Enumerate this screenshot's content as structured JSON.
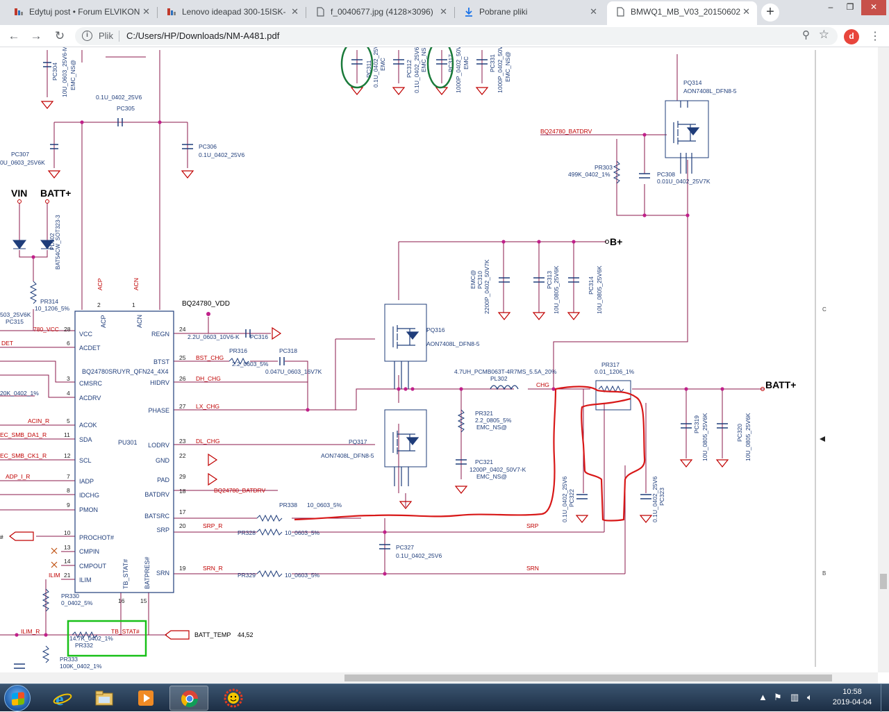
{
  "tabs": [
    {
      "label": "Edytuj post • Forum ELVIKON",
      "icon": "forum-icon"
    },
    {
      "label": "Lenovo ideapad 300-15ISK-",
      "icon": "forum-icon"
    },
    {
      "label": "f_0040677.jpg (4128×3096)",
      "icon": "image-file-icon"
    },
    {
      "label": "Pobrane pliki",
      "icon": "download-icon"
    },
    {
      "label": "BMWQ1_MB_V03_20150602",
      "icon": "document-icon"
    }
  ],
  "window_controls": {
    "minimize": "–",
    "restore": "❐",
    "close": "✕"
  },
  "toolbar": {
    "scheme": "Plik",
    "url": "C:/Users/HP/Downloads/NM-A481.pdf",
    "avatar_letter": "d"
  },
  "schematic": {
    "rails": {
      "vin": "VIN",
      "battp_top": "BATT+",
      "bplus": "B+",
      "battp_right": "BATT+",
      "ref_vdd": "BQ24780_VDD"
    },
    "ic": {
      "ref": "PU301",
      "part": "BQ24780SRUYR_QFN24_4X4",
      "left_pins": [
        {
          "num": "28",
          "name": "VCC"
        },
        {
          "num": "6",
          "name": "ACDET"
        },
        {
          "num": "3",
          "name": "CMSRC"
        },
        {
          "num": "4",
          "name": "ACDRV"
        },
        {
          "num": "5",
          "name": "ACOK"
        },
        {
          "num": "11",
          "name": "SDA"
        },
        {
          "num": "12",
          "name": "SCL"
        },
        {
          "num": "7",
          "name": "IADP"
        },
        {
          "num": "8",
          "name": "IDCHG"
        },
        {
          "num": "9",
          "name": "PMON"
        },
        {
          "num": "10",
          "name": "PROCHOT#"
        },
        {
          "num": "13",
          "name": "CMPIN"
        },
        {
          "num": "14",
          "name": "CMPOUT"
        },
        {
          "num": "21",
          "name": "ILIM"
        }
      ],
      "right_pins": [
        {
          "num": "24",
          "name": "REGN"
        },
        {
          "num": "25",
          "name": "BTST"
        },
        {
          "num": "26",
          "name": "HIDRV"
        },
        {
          "num": "27",
          "name": "PHASE"
        },
        {
          "num": "23",
          "name": "LODRV"
        },
        {
          "num": "22",
          "name": "GND"
        },
        {
          "num": "29",
          "name": "PAD"
        },
        {
          "num": "18",
          "name": "BATDRV"
        },
        {
          "num": "17",
          "name": "BATSRC"
        },
        {
          "num": "20",
          "name": "SRP"
        },
        {
          "num": "19",
          "name": "SRN"
        }
      ],
      "top_pins": [
        {
          "num": "2",
          "name": "ACP"
        },
        {
          "num": "1",
          "name": "ACN"
        }
      ],
      "bottom_pins": [
        {
          "num": "16",
          "name": "TB_STAT#"
        },
        {
          "num": "15",
          "name": "BATPRES#"
        }
      ]
    },
    "nets": {
      "acp": "ACP",
      "acn": "ACN",
      "vcc": "780_VCC",
      "acdet": "DET",
      "acin_r": "ACIN_R",
      "smb_da": "EC_SMB_DA1_R",
      "smb_ck": "EC_SMB_CK1_R",
      "adp_i": "ADP_I_R",
      "bst": "BST_CHG",
      "dh": "DH_CHG",
      "lx": "LX_CHG",
      "dl": "DL_CHG",
      "batdrv": "BQ24780_BATDRV",
      "batdrv_top": "BQ24780_BATDRV",
      "srp_r": "SRP_R",
      "srn_r": "SRN_R",
      "srp": "SRP",
      "srn": "SRN",
      "chg": "CHG",
      "ilim_r": "ILIM_R",
      "ilim": "ILIM",
      "tb_stat": "TB_STAT#",
      "batt_temp": "BATT_TEMP",
      "batt_temp_ref": "44,52",
      "r20k": "20K_0402_1%",
      "hash": "#"
    },
    "parts": {
      "pc304_ref": "PC304",
      "pc304_val": "10U_0603_25V6-M",
      "pc304_note": "EMC_NS@",
      "pc305_ref": "PC305",
      "pc305_val": "0.1U_0402_25V6",
      "pc306_ref": "PC306",
      "pc306_val": "0.1U_0402_25V6",
      "pc307_ref": "PC307",
      "pc307_val": "0U_0603_25V6K",
      "pd302_ref": "PD302",
      "pd302_val": "BAT54CW_SOT323-3",
      "pr314_ref": "PR314",
      "pr314_val": "10_1206_5%",
      "pc315_ref": "PC315",
      "pc315_val": "503_25V6K",
      "pc316_ref": "PC316",
      "pc316_val": "2.2U_0603_10V6-K",
      "pr316_ref": "PR316",
      "pr316_val": "2.2_0603_5%",
      "pc318_ref": "PC318",
      "pc318_val": "0.047U_0603_16V7K",
      "pq316_ref": "PQ316",
      "pq316_val": "AON7408L_DFN8-5",
      "pq317_ref": "PQ317",
      "pq317_val": "AON7408L_DFN8-5",
      "pq314_ref": "PQ314",
      "pq314_val": "AON7408L_DFN8-5",
      "pr303_ref": "PR303",
      "pr303_val": "499K_0402_1%",
      "pc308_ref": "PC308",
      "pc308_val": "0.01U_0402_25V7K",
      "pc310_ref": "PC310",
      "pc310_val": "2200P_0402_50V7K",
      "pc310_note": "EMC@",
      "pc313_ref": "PC313",
      "pc313_val": "10U_0805_25V6K",
      "pc314_ref": "PC314",
      "pc314_val": "10U_0805_25V6K",
      "pl302_ref": "PL302",
      "pl302_val": "4.7UH_PCMB063T-4R7MS_5.5A_20%",
      "pr317_ref": "PR317",
      "pr317_val": "0.01_1206_1%",
      "pr321_ref": "PR321",
      "pr321_val": "2.2_0805_5%",
      "pr321_note": "EMC_NS@",
      "pc321_ref": "PC321",
      "pc321_val": "1200P_0402_50V7-K",
      "pc321_note": "EMC_NS@",
      "pc319_ref": "PC319",
      "pc319_val": "10U_0805_25V6K",
      "pc320_ref": "PC320",
      "pc320_val": "10U_0805_25V6K",
      "pc322_ref": "PC322",
      "pc322_val": "0.1U_0402_25V6",
      "pc323_ref": "PC323",
      "pc323_val": "0.1U_0402_25V6",
      "pr338_ref": "PR338",
      "pr338_val": "10_0603_5%",
      "pr328_ref": "PR328",
      "pr328_val": "10_0603_5%",
      "pr329_ref": "PR329",
      "pr329_val": "10_0603_5%",
      "pc327_ref": "PC327",
      "pc327_val": "0.1U_0402_25V6",
      "pr330_ref": "PR330",
      "pr330_val": "0_0402_5%",
      "pr332_ref": "PR332",
      "pr332_val": "14.7K_0402_1%",
      "pr333_ref": "PR333",
      "pr333_val": "100K_0402_1%",
      "pc311_ref": "PC311",
      "pc311_val": "0.1U_0402_25V",
      "pc311_note": "EMC",
      "pc312_ref": "PC312",
      "pc312_val": "0.1U_0402_25V6",
      "pc312_note": "EMC_NS",
      "pc317_ref": "PC317",
      "pc317_val": "1000P_0402_50V",
      "pc317_note": "EMC",
      "pc331_ref": "PC331",
      "pc331_val": "1000P_0402_50V",
      "pc331_note": "EMC_NS@"
    },
    "margin": {
      "c": "C",
      "b": "B"
    }
  },
  "taskbar": {
    "time": "10:58",
    "date": "2019-04-04"
  },
  "colors": {
    "wire": "#8b1a4b",
    "label_red": "#c00000",
    "text_blue": "#1f3d7a",
    "markup_red": "#d81818",
    "markup_green": "#18c018",
    "circle_green": "#1a7a3a"
  }
}
